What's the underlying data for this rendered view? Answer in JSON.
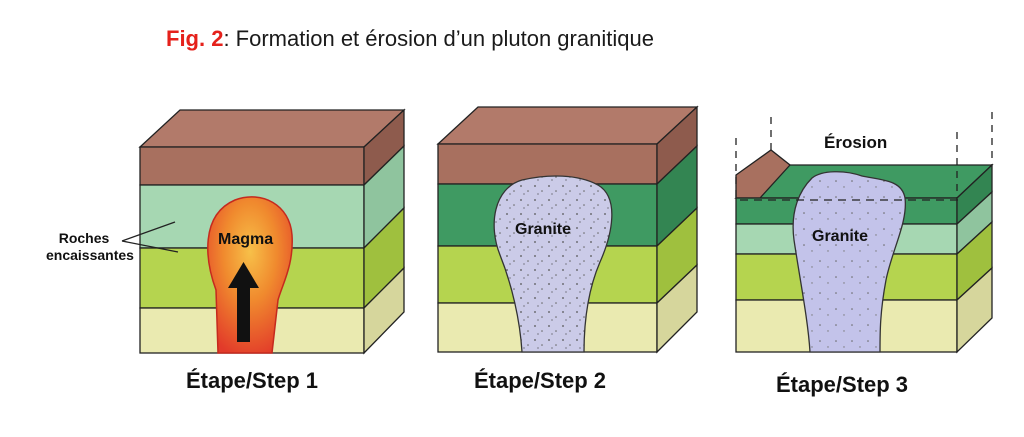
{
  "figure": {
    "fig_number": "Fig. 2",
    "title_text": ": Formation et érosion d’un pluton granitique"
  },
  "labels": {
    "host_rocks_line1": "Roches",
    "host_rocks_line2": "encaissantes",
    "magma": "Magma",
    "granite": "Granite",
    "erosion": "Érosion"
  },
  "steps": [
    {
      "label": "Étape/Step 1"
    },
    {
      "label": "Étape/Step 2"
    },
    {
      "label": "Étape/Step 3"
    }
  ],
  "colors": {
    "fig_red": "#e5211b",
    "top_brown": "#a8705f",
    "dark_green": "#3f9a62",
    "light_green": "#a6d7b2",
    "yellow_green": "#b5d44f",
    "cream": "#eaeab0",
    "magma_orange": "#f08a2e",
    "magma_red": "#e23a2a",
    "granite_lavender": "#cbcbe8"
  }
}
